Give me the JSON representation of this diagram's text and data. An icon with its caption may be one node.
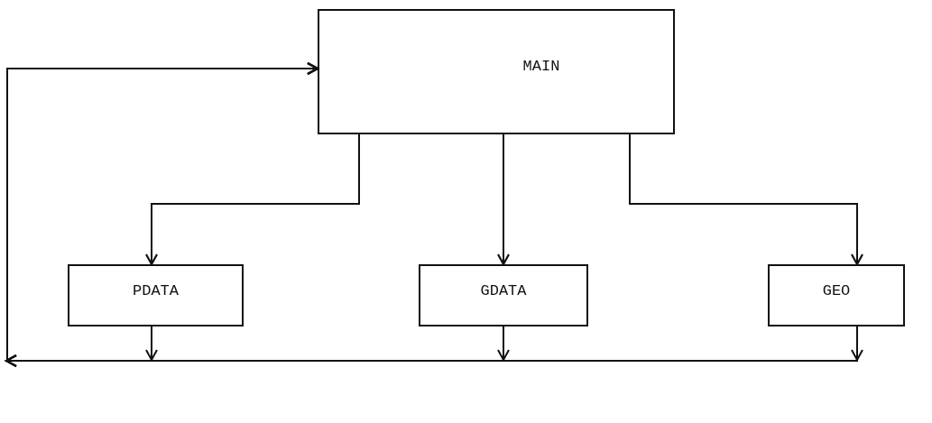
{
  "diagram": {
    "nodes": [
      {
        "text": [
          "MAIN"
        ]
      },
      {
        "text": [
          "PDATA"
        ]
      },
      {
        "text": [
          "GDATA"
        ]
      },
      {
        "text": [
          "GEO"
        ]
      }
    ],
    "edges": [
      {
        "from": 0,
        "to": 1,
        "arrow": "to"
      },
      {
        "from": 0,
        "to": 2,
        "arrow": "to"
      },
      {
        "from": 0,
        "to": 3,
        "arrow": "to"
      },
      {
        "from": 1,
        "to": 0,
        "arrow": "to"
      },
      {
        "from": 2,
        "to": 0,
        "arrow": "to"
      },
      {
        "from": 3,
        "to": 0,
        "arrow": "to"
      }
    ]
  }
}
